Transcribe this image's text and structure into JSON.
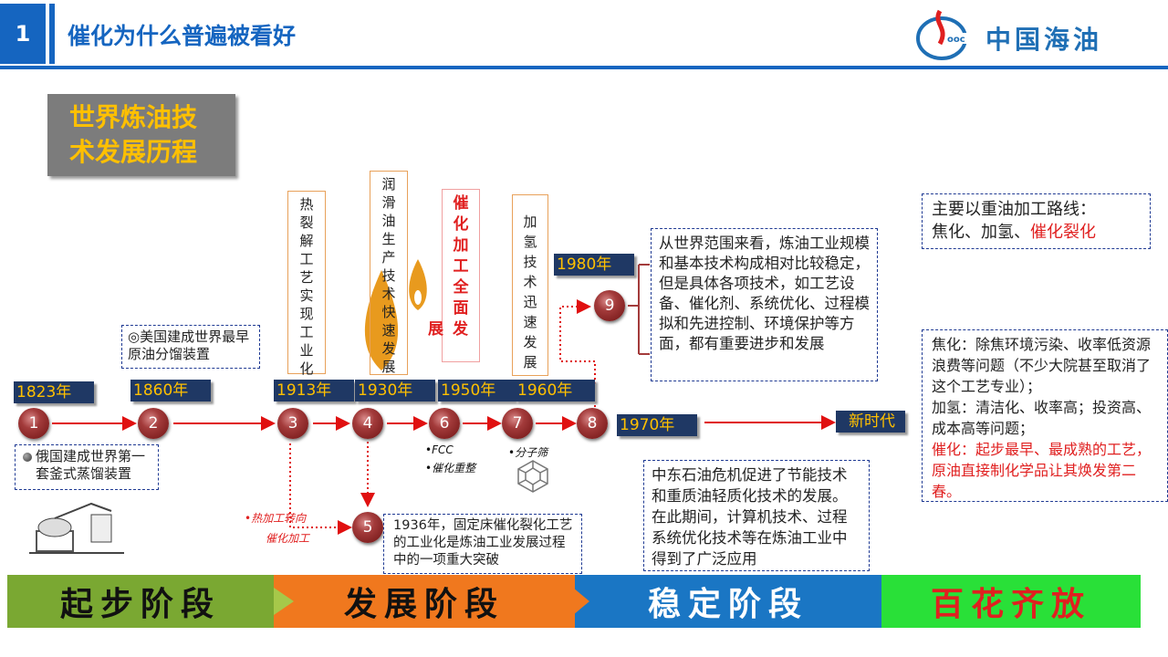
{
  "header": {
    "number": "1",
    "title": "催化为什么普遍被看好",
    "logo_text": "中国海油"
  },
  "main_title": {
    "line1": "世界炼油技",
    "line2": "术发展历程"
  },
  "years": {
    "y1823": "1823年",
    "y1860": "1860年",
    "y1913": "1913年",
    "y1930": "1930年",
    "y1950": "1950年",
    "y1960": "1960年",
    "y1970": "1970年",
    "y1980": "1980年",
    "new_era": "新时代"
  },
  "nodes": [
    "1",
    "2",
    "3",
    "4",
    "6",
    "7",
    "8",
    "5",
    "9"
  ],
  "vertical_boxes": {
    "thermal": [
      "热",
      "裂",
      "解",
      "工",
      "艺",
      "实",
      "现",
      "工",
      "业",
      "化"
    ],
    "lube": [
      "润",
      "滑",
      "油",
      "生",
      "产",
      "技",
      "术",
      "快",
      "速",
      "发",
      "展"
    ],
    "catalytic": [
      "催",
      "化",
      "加",
      "工",
      "全",
      "面",
      "展",
      "发"
    ],
    "hydro": [
      "加",
      "氢",
      "技",
      "术",
      "迅",
      "速",
      "发",
      "展"
    ]
  },
  "notes": {
    "us": "◎美国建成世界最早原油分馏装置",
    "russia": "俄国建成世界第一套釜式蒸馏装置",
    "fcc_1": "•FCC",
    "fcc_2": "•催化重整",
    "sieve": "•分子筛",
    "hand_1": "•热加工转向",
    "hand_2": "催化加工",
    "fixed_bed": "1936年，固定床催化裂化工艺的工业化是炼油工业发展过程中的一项重大突破",
    "stable": "从世界范围来看，炼油工业规模和基本技术构成相对比较稳定，但是具体各项技术，如工艺设备、催化剂、系统优化、过程模拟和先进控制、环境保护等方面，都有重要进步和发展",
    "mideast": "中东石油危机促进了节能技术和重质油轻质化技术的发展。在此期间，计算机技术、过程系统优化技术等在炼油工业中得到了广泛应用"
  },
  "route_box": {
    "line1": "主要以重油加工路线：",
    "line2_a": "焦化、加氢、",
    "line2_b": "催化裂化"
  },
  "right_box": {
    "coking": "焦化：除焦环境污染、收率低资源浪费等问题（不少大院甚至取消了这个工艺专业）；",
    "hydro": "加氢：清洁化、收率高；投资高、成本高等问题；",
    "catalytic": "催化：起步最早、最成熟的工艺，原油直接制化学品让其焕发第二春。"
  },
  "stages": {
    "s1": "起步阶段",
    "s2": "发展阶段",
    "s3": "稳定阶段",
    "s4": "百花齐放",
    "s1_color": "#7aa832",
    "s2_color": "#f0781e",
    "s3_color": "#1a76c4",
    "s4_color": "#29e038"
  },
  "colors": {
    "brand_blue": "#1565c0",
    "accent_gold": "#ffc000",
    "timeline_red": "#e01010"
  }
}
